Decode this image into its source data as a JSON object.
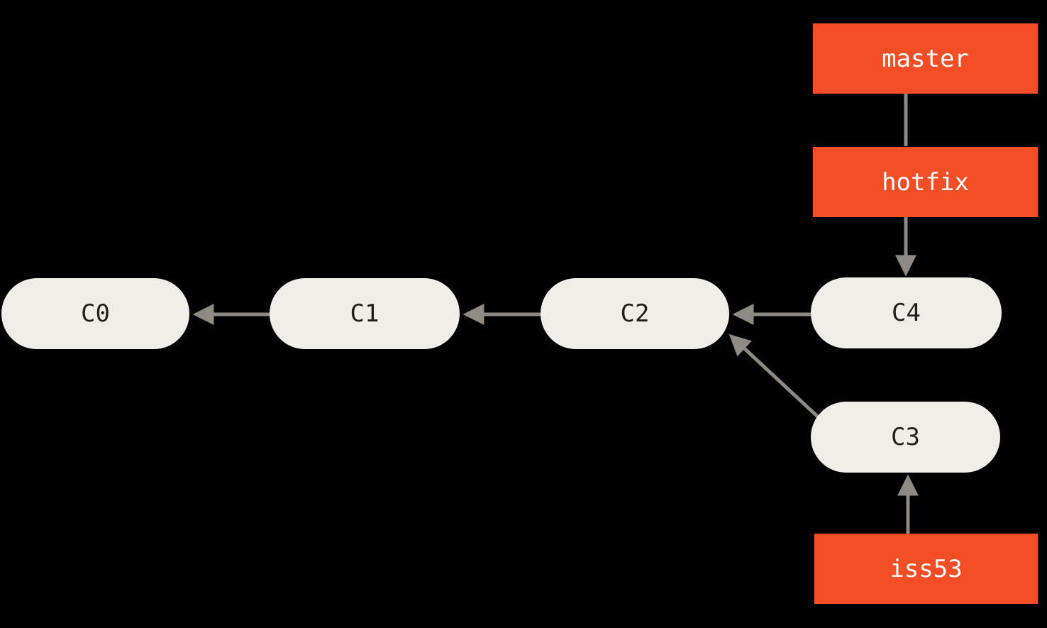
{
  "colors": {
    "background": "#000000",
    "commit_node_fill": "#f0efe7",
    "commit_node_text": "#1f1f1c",
    "branch_box_fill": "#f44e27",
    "branch_box_text": "#ffffff",
    "arrow": "#8f8a82"
  },
  "commits": [
    {
      "label": "C0"
    },
    {
      "label": "C1"
    },
    {
      "label": "C2"
    },
    {
      "label": "C3"
    },
    {
      "label": "C4"
    }
  ],
  "branches": [
    {
      "label": "master"
    },
    {
      "label": "hotfix"
    },
    {
      "label": "iss53"
    }
  ],
  "edges": [
    {
      "from": "master",
      "to": "hotfix",
      "arrow": false
    },
    {
      "from": "hotfix",
      "to": "C4",
      "arrow": true
    },
    {
      "from": "C1",
      "to": "C0",
      "arrow": true
    },
    {
      "from": "C2",
      "to": "C1",
      "arrow": true
    },
    {
      "from": "C4",
      "to": "C2",
      "arrow": true
    },
    {
      "from": "C3",
      "to": "C2",
      "arrow": true
    },
    {
      "from": "iss53",
      "to": "C3",
      "arrow": true
    }
  ]
}
